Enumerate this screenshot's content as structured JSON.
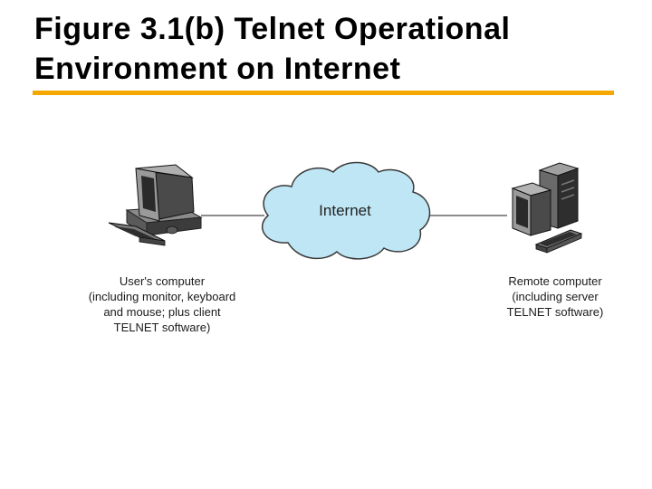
{
  "slide": {
    "title_line1": "Figure 3.1(b) Telnet Operational",
    "title_line2": "Environment on Internet",
    "accent_color": "#f5a800"
  },
  "diagram": {
    "cloud": {
      "label": "Internet",
      "fill": "#bfe6f5"
    },
    "users_computer": {
      "icon": "desktop-computer-icon",
      "caption": [
        "User's computer",
        "(including monitor, keyboard",
        "and mouse; plus client",
        "TELNET software)"
      ]
    },
    "remote_computer": {
      "icon": "server-computer-icon",
      "caption": [
        "Remote computer",
        "(including server",
        "TELNET software)"
      ]
    }
  }
}
